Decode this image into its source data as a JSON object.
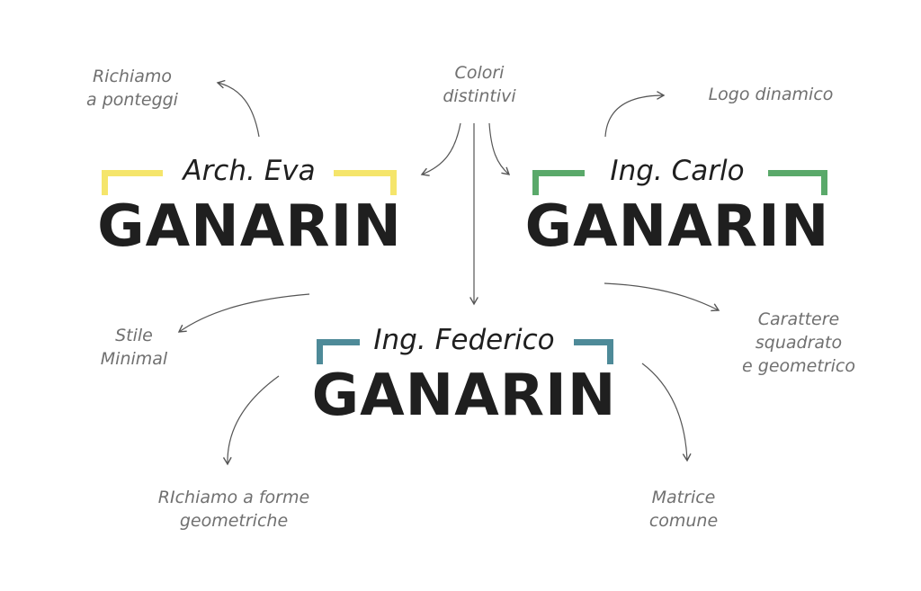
{
  "logos": [
    {
      "prefix": "Arch. Eva",
      "surname": "GANARIN",
      "color": "#f5e56b"
    },
    {
      "prefix": "Ing. Carlo",
      "surname": "GANARIN",
      "color": "#5aa96a"
    },
    {
      "prefix": "Ing. Federico",
      "surname": "GANARIN",
      "color": "#4e8a98"
    }
  ],
  "notes": {
    "ponteggi": [
      "Richiamo",
      "a ponteggi"
    ],
    "colori": [
      "Colori",
      "distintivi"
    ],
    "logo_dinamico": [
      "Logo dinamico"
    ],
    "stile": [
      "Stile",
      "Minimal"
    ],
    "carattere": [
      "Carattere",
      "squadrato",
      "e geometrico"
    ],
    "forme": [
      "RIchiamo a forme",
      "geometriche"
    ],
    "matrice": [
      "Matrice",
      "comune"
    ]
  },
  "colors": {
    "text": "#1f1f1f",
    "annotation": "#707070",
    "arrow": "#555555"
  }
}
